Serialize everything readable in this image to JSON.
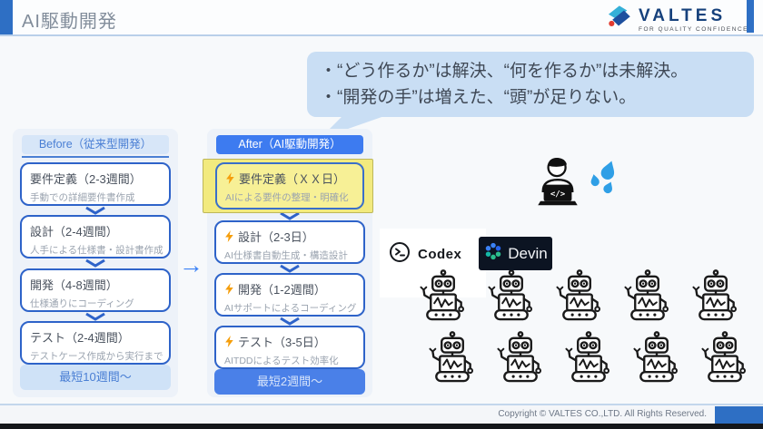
{
  "header": {
    "title": "AI駆動開発",
    "logo": {
      "name": "VALTES",
      "tagline": "FOR QUALITY CONFIDENCE"
    }
  },
  "callout": {
    "line1": "・“どう作るか”は解決、“何を作るか”は未解決。",
    "line2": "・“開発の手”は増えた、“頭”が足りない。"
  },
  "before_column": {
    "header": "Before（従来型開発）",
    "steps": [
      {
        "title": "要件定義（2-3週間）",
        "desc": "手動での詳細要件書作成"
      },
      {
        "title": "設計（2-4週間）",
        "desc": "人手による仕様書・設計書作成"
      },
      {
        "title": "開発（4-8週間）",
        "desc": "仕様通りにコーディング"
      },
      {
        "title": "テスト（2-4週間）",
        "desc": "テストケース作成から実行まで"
      }
    ],
    "footer": "最短10週間〜"
  },
  "after_column": {
    "header": "After（AI駆動開発）",
    "steps": [
      {
        "title": "要件定義（ＸＸ日）",
        "desc": "AIによる要件の整理・明確化",
        "highlighted": true
      },
      {
        "title": "設計（2-3日）",
        "desc": "AI仕様書自動生成・構造設計"
      },
      {
        "title": "開発（1-2週間）",
        "desc": "AIサポートによるコーディング"
      },
      {
        "title": "テスト（3-5日）",
        "desc": "AITDDによるテスト効率化"
      }
    ],
    "footer": "最短2週間〜"
  },
  "tools": {
    "codex": "Codex",
    "devin": "Devin"
  },
  "icons": {
    "arrow_right": "→"
  },
  "robots": {
    "rows": 2,
    "per_row": 5
  },
  "footer": {
    "copyright": "Copyright © VALTES CO.,LTD. All Rights Reserved."
  },
  "colors": {
    "accent_blue": "#2e6fc4",
    "box_border_blue": "#2e63c9",
    "after_header_blue": "#3d7bf0",
    "bubble_blue": "#c9def4",
    "highlight_yellow": "#f2ea7e",
    "bolt_orange": "#f59e0b",
    "devin_bg": "#0c1422"
  }
}
